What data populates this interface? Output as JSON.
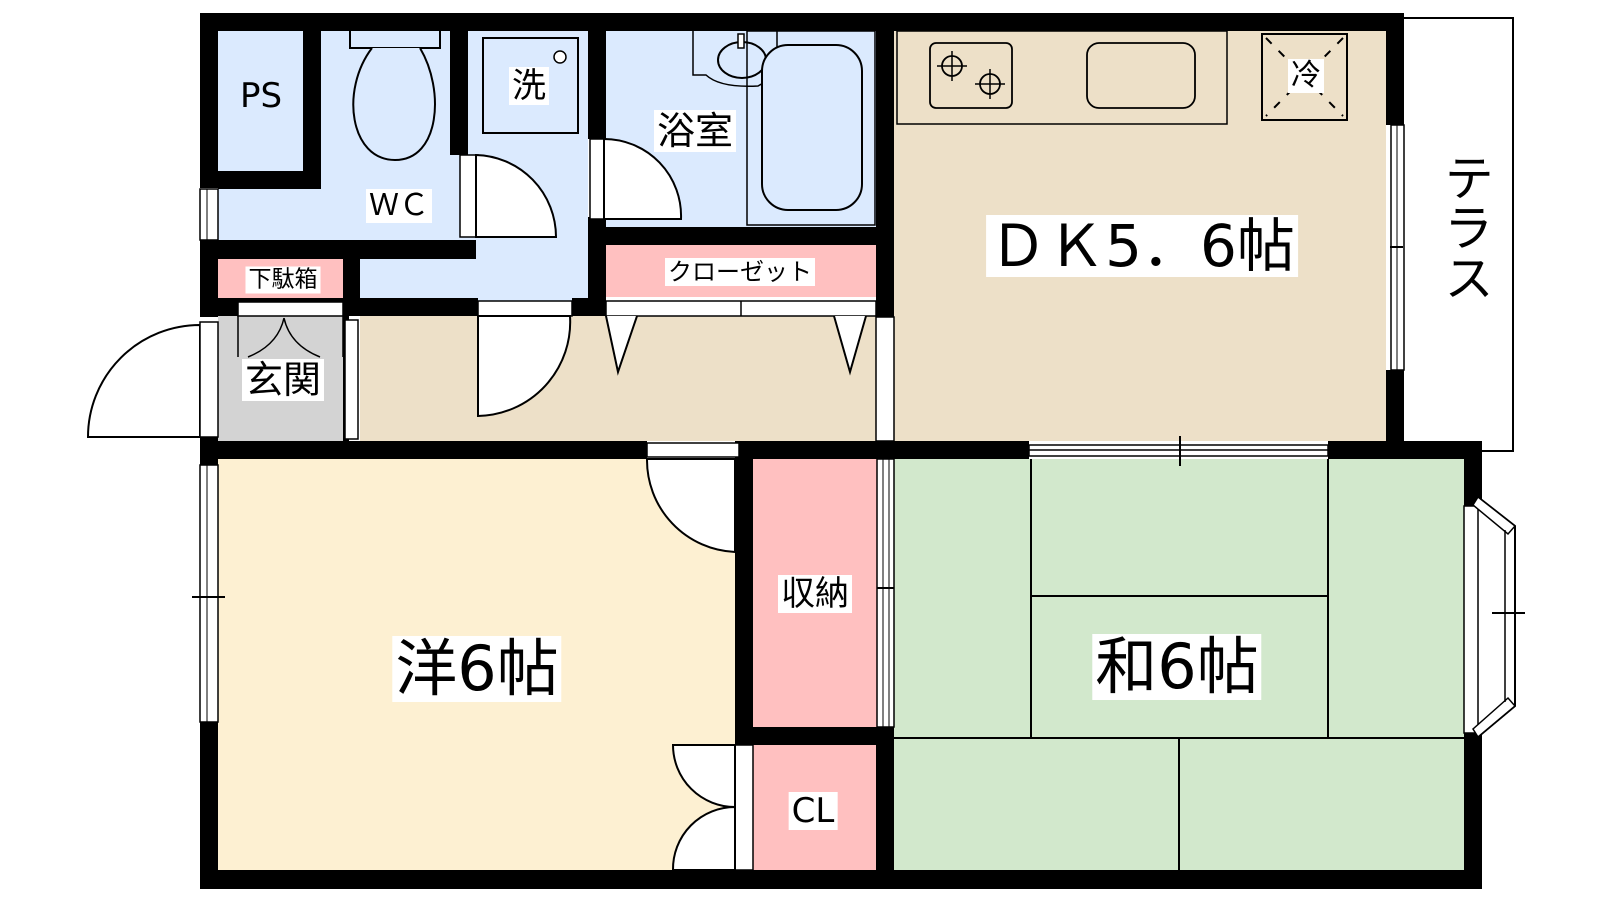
{
  "floorplan": {
    "colors": {
      "wall": "#000000",
      "wet_area": "#dbeafe",
      "storage": "#ffc0c0",
      "dk_hall": "#ede0c8",
      "western_room": "#fdf0d2",
      "japanese_room": "#d2e8cc",
      "entrance": "#d3d3d3",
      "fixture_white": "#ffffff"
    },
    "rooms": {
      "ps": {
        "label": "PS"
      },
      "wc": {
        "label": "ＷＣ"
      },
      "washer": {
        "label": "洗"
      },
      "bathroom": {
        "label": "浴室"
      },
      "closet_corridor": {
        "label": "クローゼット"
      },
      "shoe_box": {
        "label": "下駄箱"
      },
      "entrance": {
        "label": "玄関"
      },
      "dining_kitchen": {
        "label": "ＤＫ5．6帖"
      },
      "fridge": {
        "label": "冷"
      },
      "terrace": {
        "label": "テラス"
      },
      "western_room": {
        "label": "洋6帖"
      },
      "storage": {
        "label": "収納"
      },
      "closet_cl": {
        "label": "CL"
      },
      "japanese_room": {
        "label": "和6帖"
      }
    }
  }
}
